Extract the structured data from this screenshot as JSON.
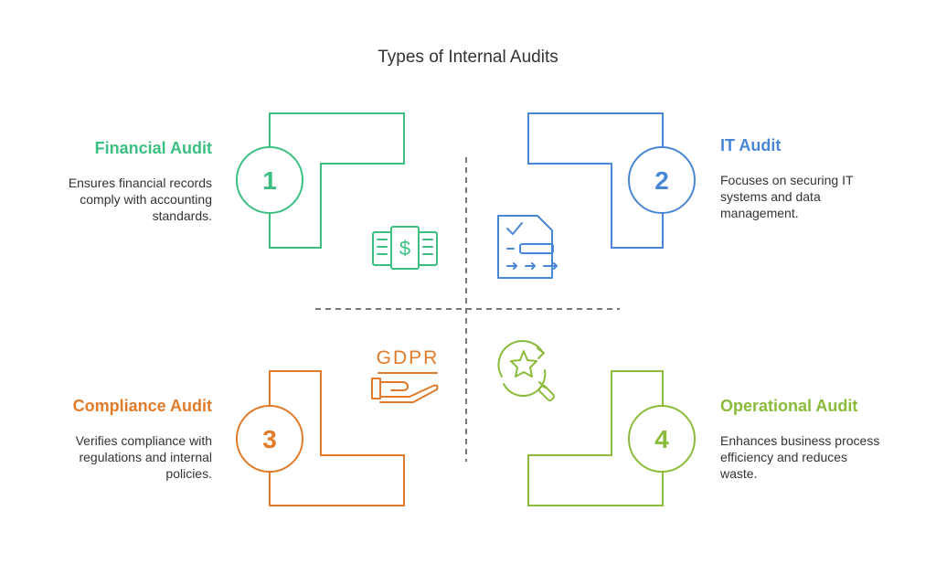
{
  "title": "Types of Internal Audits",
  "colors": {
    "financial": "#3cc082",
    "it": "#4a86d6",
    "compliance": "#e07b2a",
    "operational": "#8bbb3a",
    "divider": "#777777"
  },
  "quadrants": [
    {
      "number": "1",
      "heading": "Financial Audit",
      "description": "Ensures financial records comply with accounting standards.",
      "icon": "money-bills-icon"
    },
    {
      "number": "2",
      "heading": "IT Audit",
      "description": "Focuses on securing IT systems and data management.",
      "icon": "data-form-icon"
    },
    {
      "number": "3",
      "heading": "Compliance Audit",
      "description": "Verifies compliance with regulations and internal policies.",
      "icon": "gdpr-hand-icon",
      "icon_text": "GDPR"
    },
    {
      "number": "4",
      "heading": "Operational Audit",
      "description": "Enhances business process efficiency and reduces waste.",
      "icon": "star-magnifier-icon"
    }
  ]
}
